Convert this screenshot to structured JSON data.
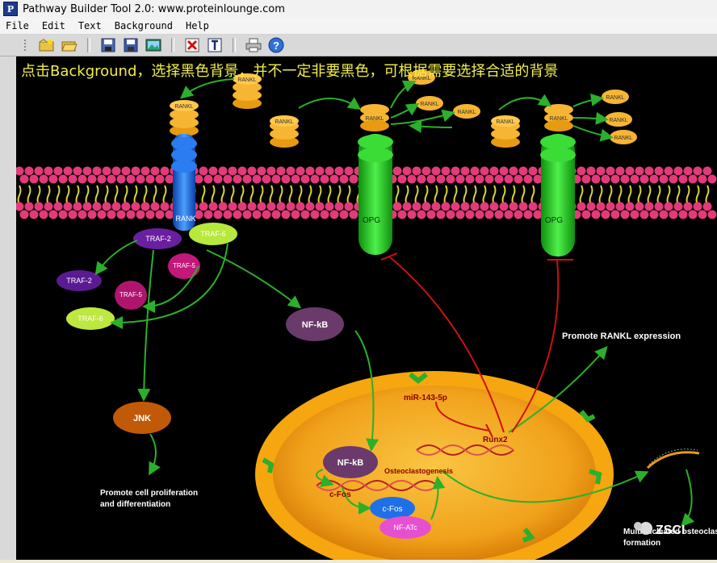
{
  "window": {
    "title": "Pathway Builder Tool 2.0: www.proteinlounge.com",
    "icon_letter": "P"
  },
  "menu": {
    "items": [
      "File",
      "Edit",
      "Text",
      "Background",
      "Help"
    ]
  },
  "toolbar": {
    "icons": [
      "star-folder-icon",
      "open-folder-icon",
      "save-icon",
      "save-as-icon",
      "export-image-icon",
      "delete-icon",
      "text-icon",
      "print-icon",
      "help-icon"
    ]
  },
  "canvas": {
    "instruction": "点击Background，选择黑色背景，并不一定非要黑色，可根据需要选择合适的背景",
    "labels": {
      "rankl": "RANKL",
      "rank": "RANK",
      "opg": "OPG",
      "traf2": "TRAF-2",
      "traf5": "TRAF-5",
      "traf6": "TRAF-6",
      "nfkb": "NF-kB",
      "jnk": "JNK",
      "mir": "miR-143-5p",
      "runx2": "Runx2",
      "osteoclastogenesis": "Osteoclastogenesis",
      "cfos": "c-Fos",
      "nfatc": "NF-ATc",
      "promote_rankl": "Promote RANKL expression",
      "promote_cell_1": "Promote cell proliferation",
      "promote_cell_2": "and differentiation",
      "osteoclast_1": "Multinucleated osteoclasts",
      "osteoclast_2": "formation",
      "watermark": "ZSCI"
    },
    "colors": {
      "background": "#000000",
      "instruction_text": "#f2ef4a",
      "arrow_green": "#2bb02b",
      "inhibit_red": "#cc1111",
      "rankl_orange": "#f6b533",
      "opg_green": "#22c41e",
      "rank_blue": "#1f6fe8",
      "nucleus_orange": "#f5a41c"
    }
  }
}
